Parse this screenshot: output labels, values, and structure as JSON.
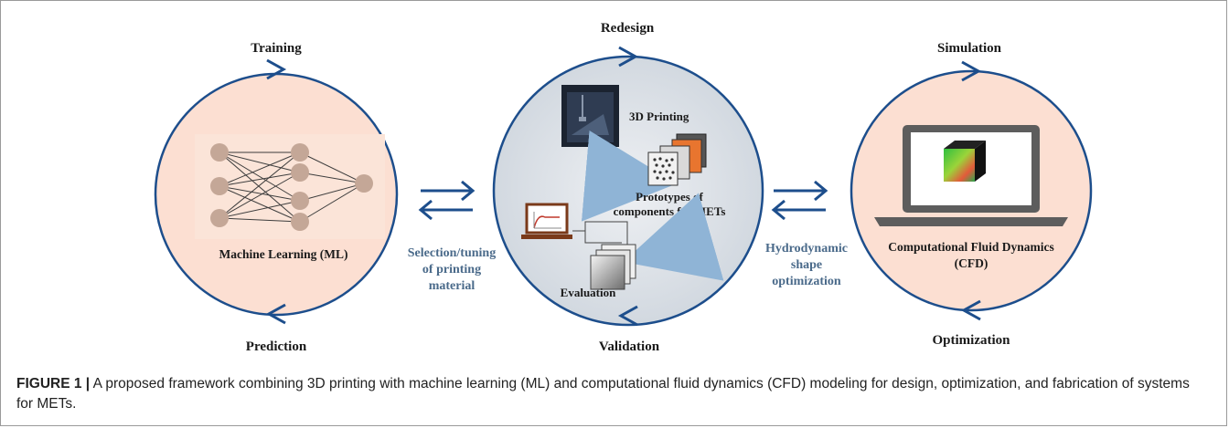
{
  "colors": {
    "cycle_blue": "#1d4e8c",
    "left_fill": "#fcdfd2",
    "center_fill": "#dde2e8",
    "right_fill": "#fcdfd2",
    "side_text": "#4a6a8a",
    "node": "#c4a797"
  },
  "left_cycle": {
    "top": "Training",
    "bottom": "Prediction",
    "content": "Machine Learning (ML)",
    "icon": "neural-network-icon"
  },
  "center_cycle": {
    "top": "Redesign",
    "bottom": "Validation",
    "printer_label": "3D Printing",
    "prototypes_line1": "Prototypes of",
    "prototypes_line2": "components for METs",
    "evaluation_label": "Evaluation",
    "icons": [
      "3d-printer-icon",
      "prototype-blocks-icon",
      "laptop-graph-icon",
      "evaluation-block-icon"
    ]
  },
  "right_cycle": {
    "top": "Simulation",
    "bottom": "Optimization",
    "content_line1": "Computational Fluid Dynamics",
    "content_line2": "(CFD)",
    "icon": "laptop-cfd-icon"
  },
  "left_link": {
    "line1": "Selection/tuning",
    "line2": "of printing",
    "line3": "material"
  },
  "right_link": {
    "line1": "Hydrodynamic",
    "line2": "shape",
    "line3": "optimization"
  },
  "caption": {
    "label": "FIGURE 1 |",
    "text": " A proposed framework combining 3D printing with machine learning (ML) and computational fluid dynamics (CFD) modeling for design, optimization, and fabrication of systems for METs."
  }
}
